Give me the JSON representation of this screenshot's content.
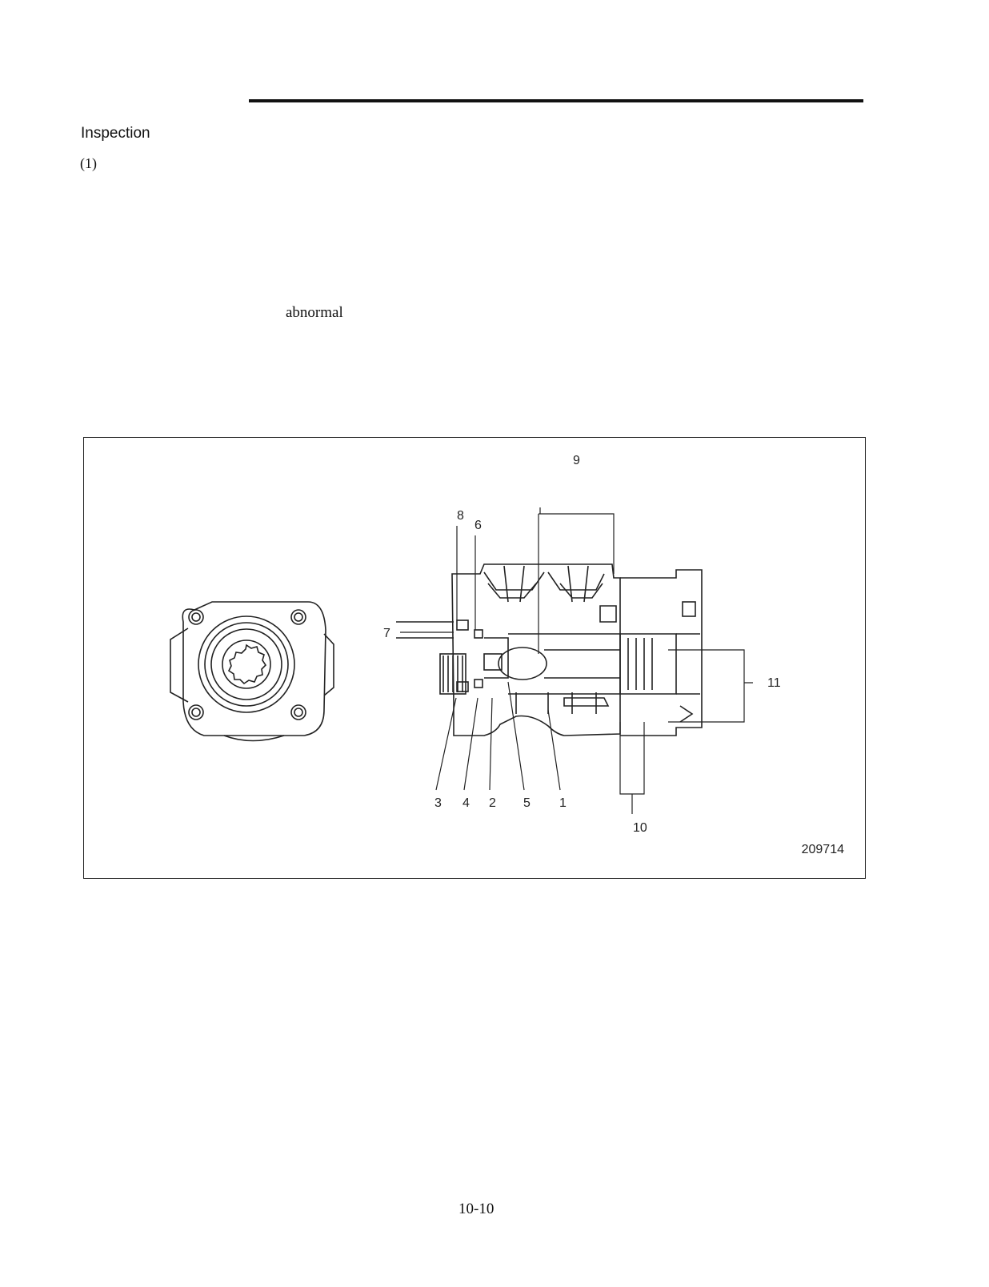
{
  "section_heading": "Inspection",
  "item_number": "(1)",
  "body_word": "abnormal",
  "figure": {
    "callouts": [
      "1",
      "2",
      "3",
      "4",
      "5",
      "6",
      "7",
      "8",
      "9",
      "10",
      "11"
    ],
    "figure_id": "209714"
  },
  "page_number": "10-10"
}
